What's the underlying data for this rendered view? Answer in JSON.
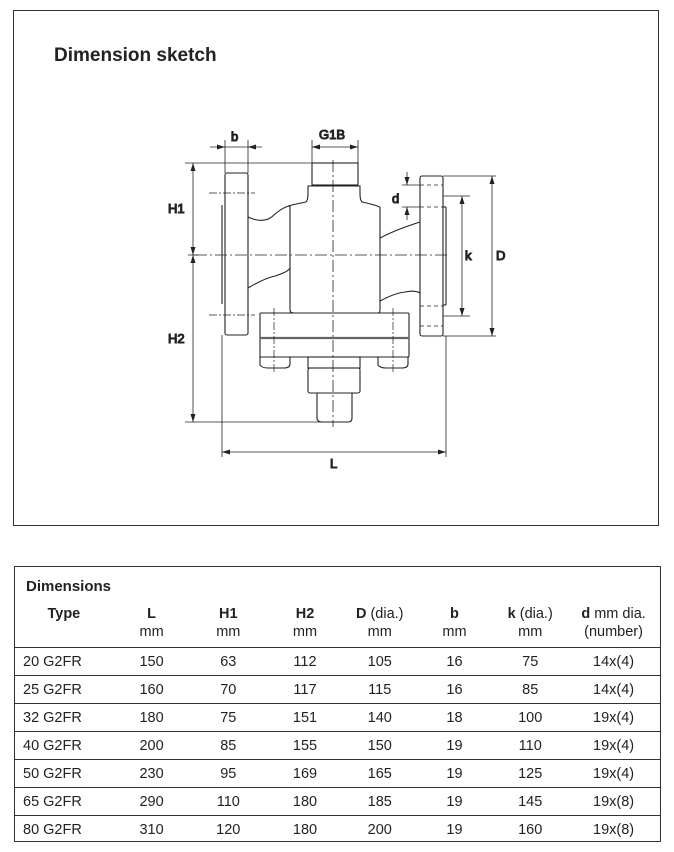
{
  "sketch": {
    "title": "Dimension sketch",
    "labels": {
      "b": "b",
      "g1b": "G1B",
      "h1": "H1",
      "h2": "H2",
      "d_small": "d",
      "k": "k",
      "D": "D",
      "L": "L"
    }
  },
  "table": {
    "title": "Dimensions",
    "headers": [
      {
        "main": "Type",
        "sub": ""
      },
      {
        "main": "L",
        "sub": "mm"
      },
      {
        "main": "H1",
        "sub": "mm"
      },
      {
        "main": "H2",
        "sub": "mm"
      },
      {
        "main": "D",
        "extra": " (dia.)",
        "sub": "mm"
      },
      {
        "main": "b",
        "sub": "mm"
      },
      {
        "main": "k",
        "extra": " (dia.)",
        "sub": "mm"
      },
      {
        "main": "d",
        "extra": " mm dia.",
        "sub": "(number)"
      }
    ],
    "rows": [
      [
        "20 G2FR",
        "150",
        "63",
        "112",
        "105",
        "16",
        "75",
        "14x(4)"
      ],
      [
        "25 G2FR",
        "160",
        "70",
        "117",
        "115",
        "16",
        "85",
        "14x(4)"
      ],
      [
        "32 G2FR",
        "180",
        "75",
        "151",
        "140",
        "18",
        "100",
        "19x(4)"
      ],
      [
        "40 G2FR",
        "200",
        "85",
        "155",
        "150",
        "19",
        "110",
        "19x(4)"
      ],
      [
        "50 G2FR",
        "230",
        "95",
        "169",
        "165",
        "19",
        "125",
        "19x(4)"
      ],
      [
        "65 G2FR",
        "290",
        "110",
        "180",
        "185",
        "19",
        "145",
        "19x(8)"
      ],
      [
        "80 G2FR",
        "310",
        "120",
        "180",
        "200",
        "19",
        "160",
        "19x(8)"
      ]
    ]
  }
}
